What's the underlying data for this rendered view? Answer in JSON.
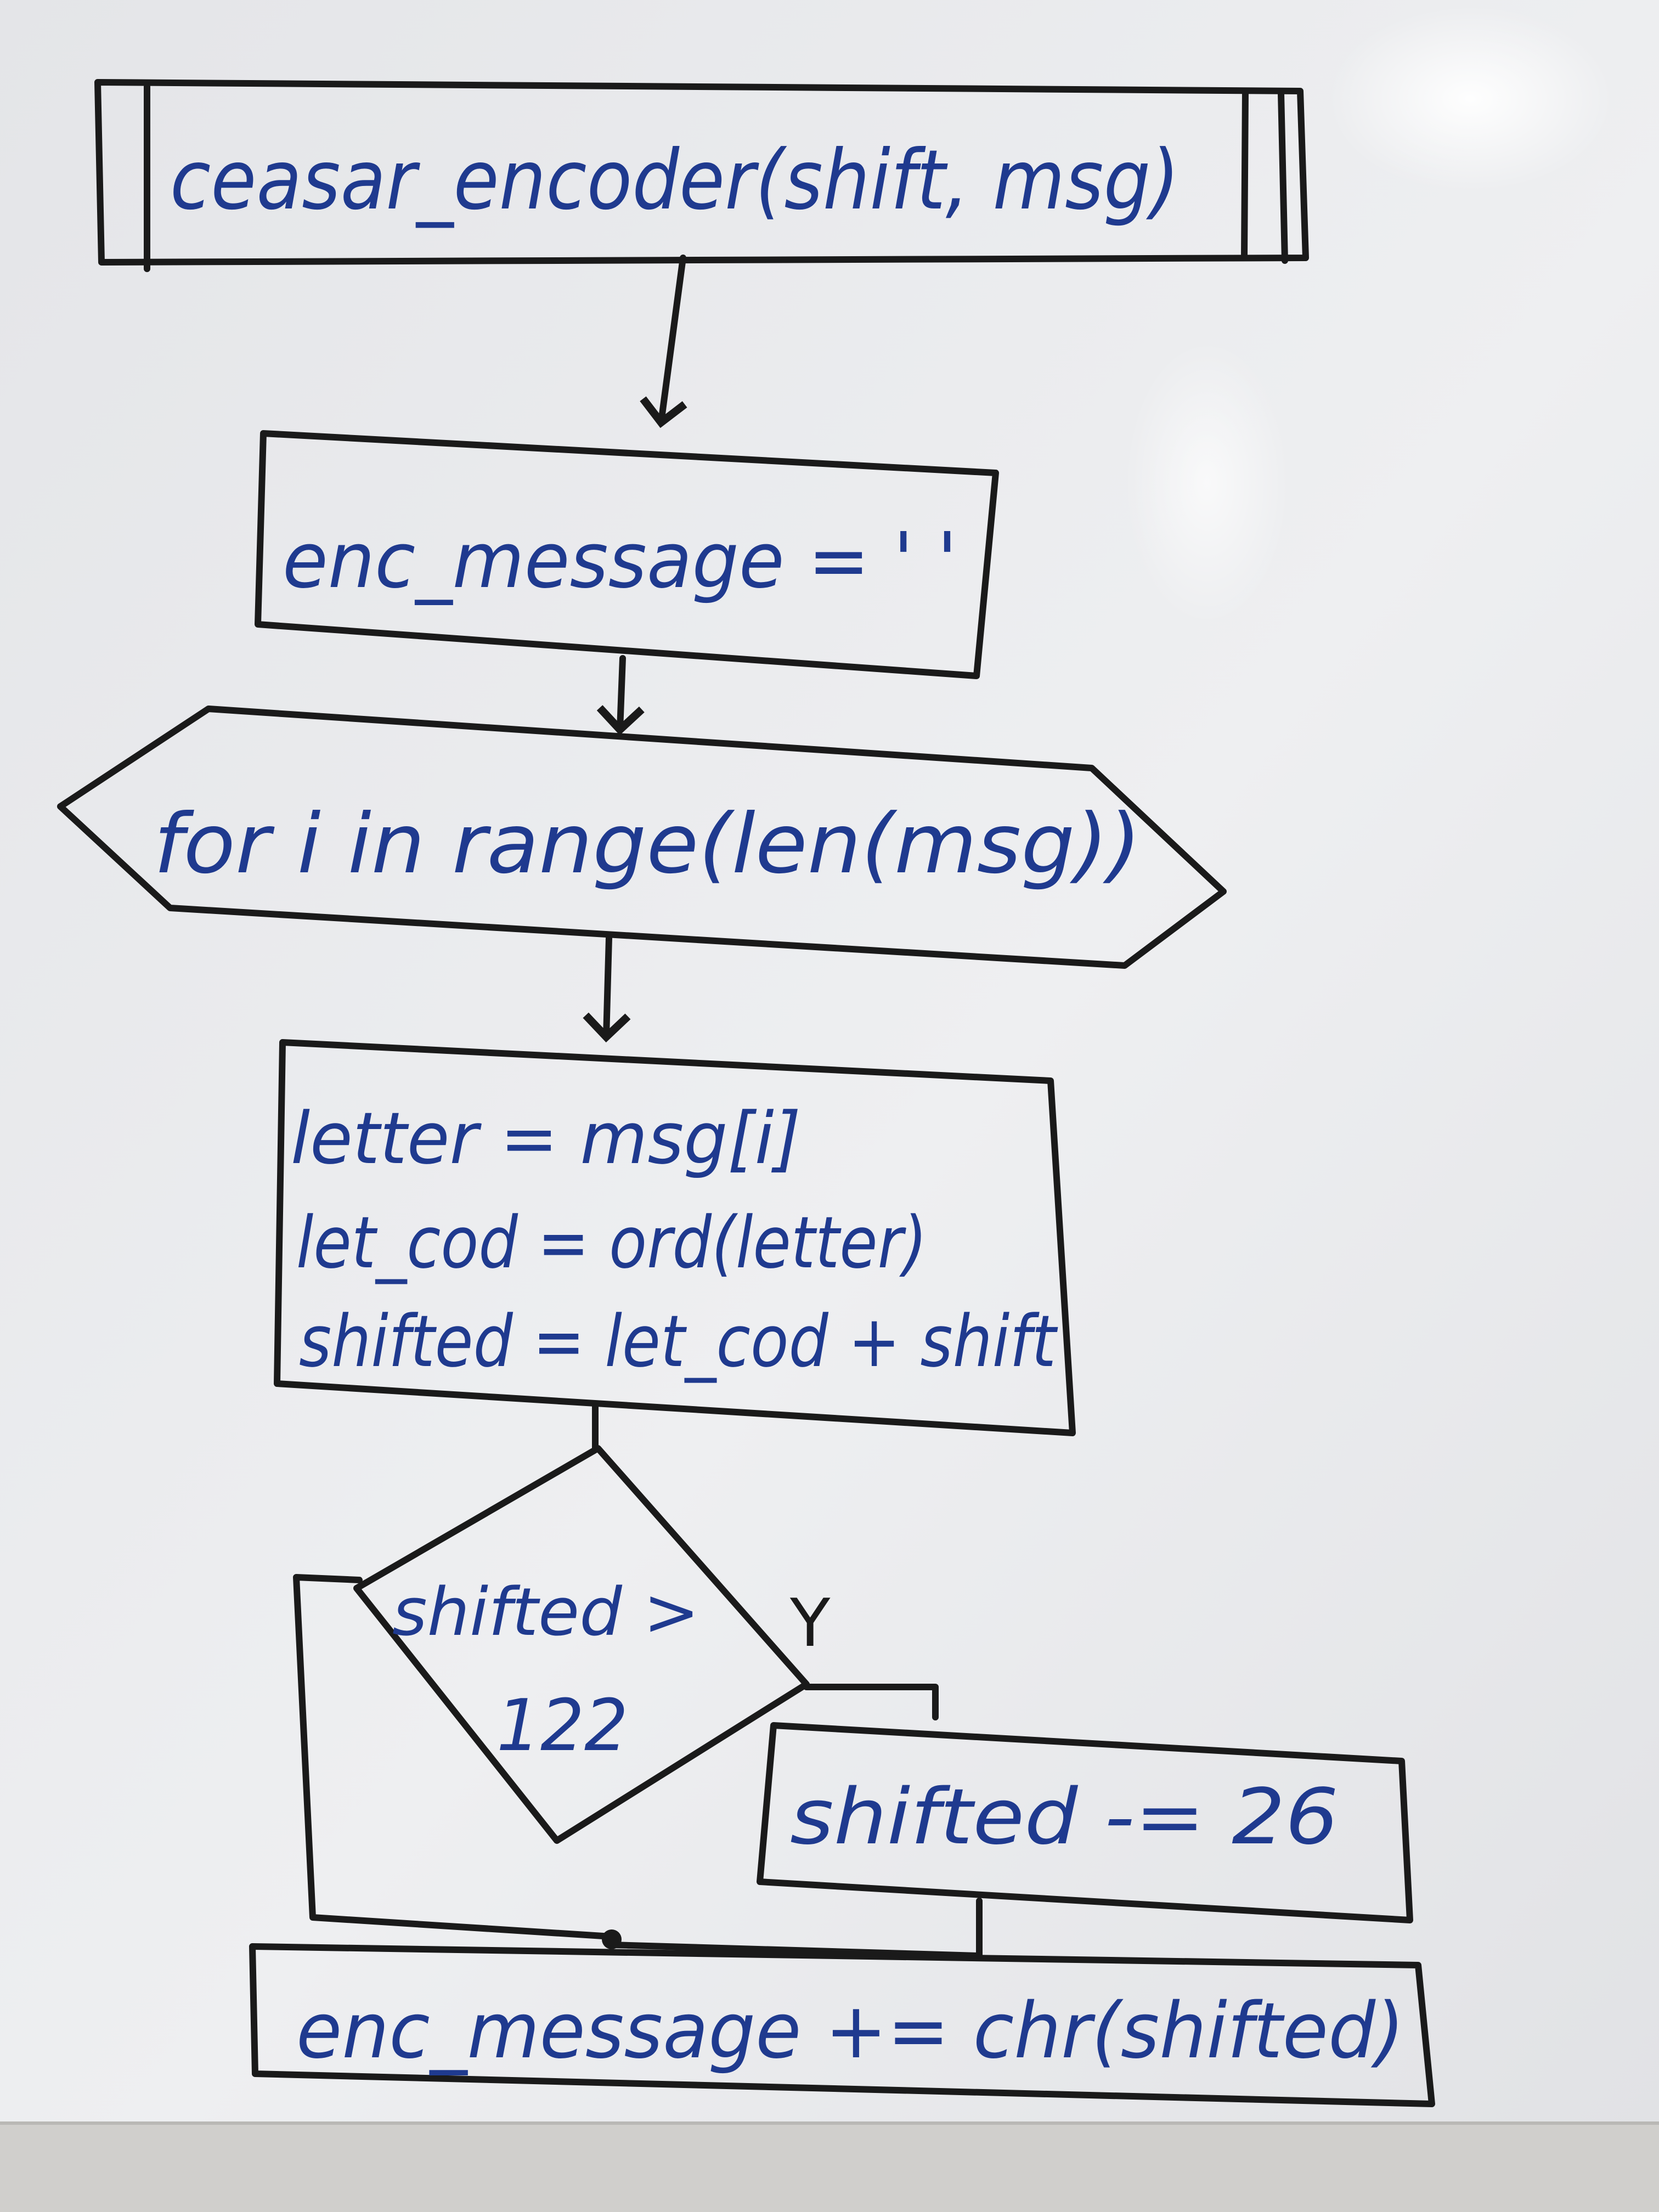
{
  "flowchart": {
    "function_header": "ceasar_encoder(shift, msg)",
    "init_step": "enc_message = ' '",
    "loop_step": "for i in range(len(msg))",
    "body_lines": [
      "letter = msg[i]",
      "let_cod = ord(letter)",
      "shifted = let_cod + shift"
    ],
    "decision_lines": [
      "shifted >",
      "122"
    ],
    "yes_label": "Y",
    "yes_step": "shifted -= 26",
    "final_step": "enc_message += chr(shifted)"
  },
  "colors": {
    "ink_blue": "#1f3a8f",
    "ink_black": "#1a1a1a",
    "whiteboard": "#e9eaec",
    "tray": "#d0cfcc"
  }
}
